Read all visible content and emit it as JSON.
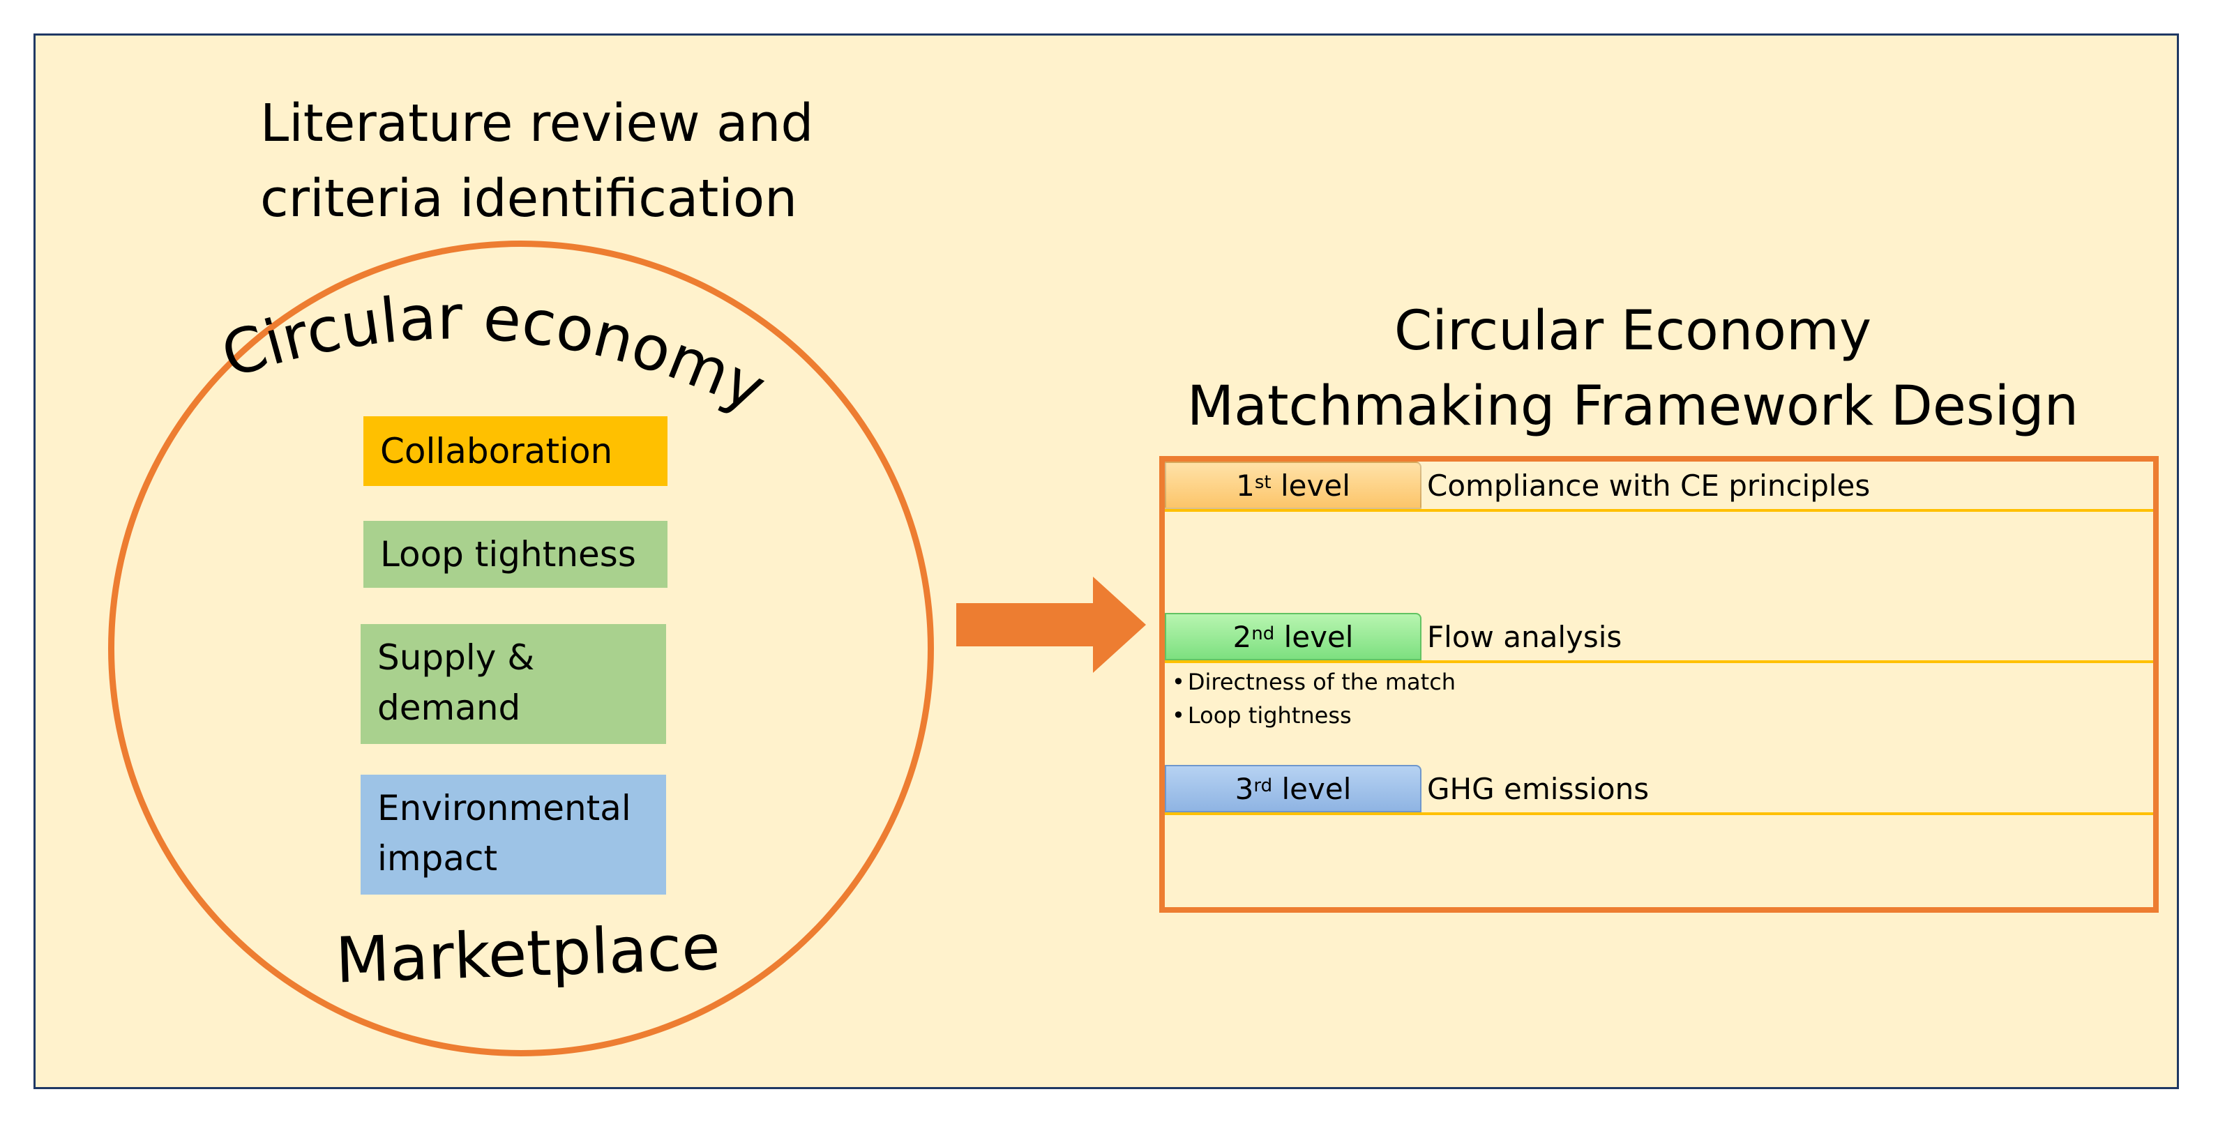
{
  "left_panel": {
    "title_line1": "Literature review and",
    "title_line2": "criteria identification",
    "arc_label": "Circular economy",
    "bottom_label": "Marketplace",
    "criteria": [
      {
        "line1": "Collaboration",
        "line2": "",
        "color": "#ffc000"
      },
      {
        "line1": "Loop tightness",
        "line2": "",
        "color": "#a9d18e"
      },
      {
        "line1": "Supply &",
        "line2": "demand",
        "color": "#a9d18e"
      },
      {
        "line1": "Environmental",
        "line2": "impact",
        "color": "#9dc3e6"
      }
    ]
  },
  "right_panel": {
    "title_line1": "Circular Economy",
    "title_line2": "Matchmaking Framework Design",
    "levels": [
      {
        "num": "1",
        "suffix": "st",
        "word": "level",
        "description": "Compliance with CE principles"
      },
      {
        "num": "2",
        "suffix": "nd",
        "word": "level",
        "description": "Flow analysis"
      },
      {
        "num": "3",
        "suffix": "rd",
        "word": "level",
        "description": "GHG emissions"
      }
    ],
    "level2_bullets": [
      "Directness of the match",
      "Loop tightness"
    ]
  },
  "colors": {
    "background": "#fff2cc",
    "border": "#1f3864",
    "accent_orange": "#ed7d31",
    "divider_yellow": "#ffc000"
  }
}
